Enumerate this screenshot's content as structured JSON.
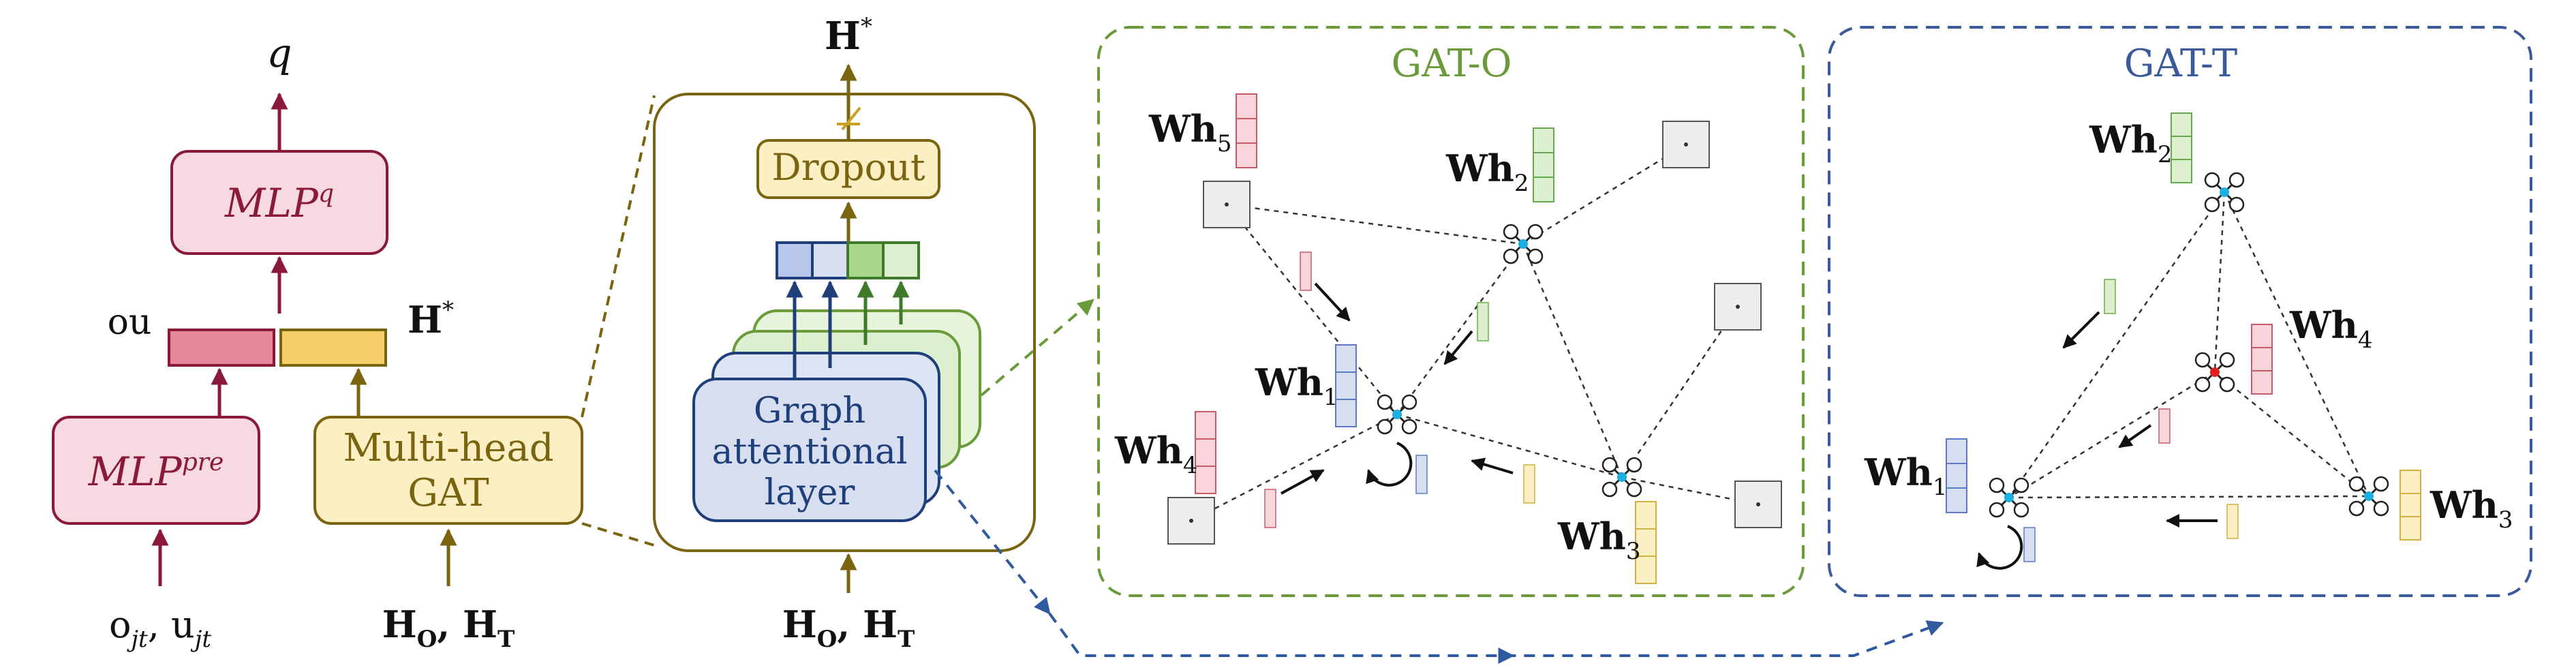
{
  "left": {
    "q_label": "q",
    "mlp_q": {
      "name": "MLP",
      "sup": "q"
    },
    "ou_label": "ou",
    "hstar_side": {
      "base": "H",
      "sup": "*"
    },
    "mlp_pre": {
      "name": "MLP",
      "sup": "pre"
    },
    "gat_box": {
      "line1": "Multi-head",
      "line2": "GAT"
    },
    "input_left": {
      "o": "o",
      "o_sub": "jt",
      "comma": ", ",
      "u": "u",
      "u_sub": "jt"
    },
    "input_mid": {
      "h1": "H",
      "h1_sub": "O",
      "comma": ", ",
      "h2": "H",
      "h2_sub": "T"
    }
  },
  "middle": {
    "top_label": {
      "base": "H",
      "sup": "*"
    },
    "dropout": "Dropout",
    "layer": {
      "line1": "Graph",
      "line2": "attentional",
      "line3": "layer"
    },
    "input": {
      "h1": "H",
      "h1_sub": "O",
      "comma": ", ",
      "h2": "H",
      "h2_sub": "T"
    }
  },
  "gat_o": {
    "title": "GAT-O",
    "labels": [
      {
        "base": "Wh",
        "sub": "5"
      },
      {
        "base": "Wh",
        "sub": "2"
      },
      {
        "base": "Wh",
        "sub": "1"
      },
      {
        "base": "Wh",
        "sub": "4"
      },
      {
        "base": "Wh",
        "sub": "3"
      }
    ]
  },
  "gat_t": {
    "title": "GAT-T",
    "labels": [
      {
        "base": "Wh",
        "sub": "2"
      },
      {
        "base": "Wh",
        "sub": "4"
      },
      {
        "base": "Wh",
        "sub": "1"
      },
      {
        "base": "Wh",
        "sub": "3"
      }
    ]
  },
  "colors": {
    "maroon": "#8b1a3a",
    "pink_fill": "#f7d9e1",
    "olive": "#7a6410",
    "yellow_fill": "#fcefc4",
    "navy": "#1f3f7a",
    "blue_fill": "#d6def0",
    "green": "#6a9a3a",
    "green_fill": "#dcefcf",
    "gat_t_blue": "#3a5a9a",
    "agent_cyan": "#1ab0e0",
    "agent_red": "#e02020"
  }
}
